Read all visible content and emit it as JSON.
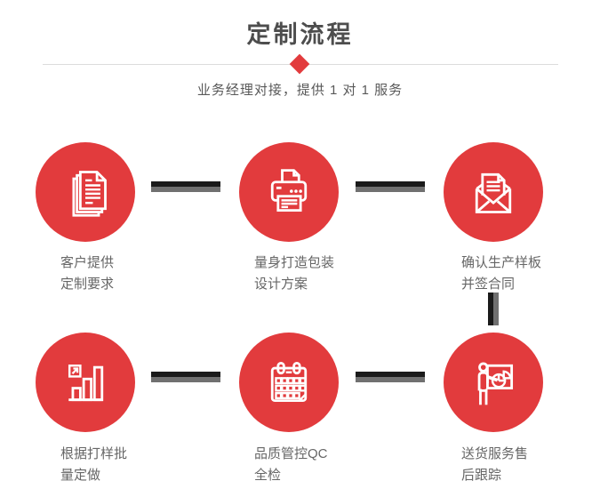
{
  "page": {
    "title": "定制流程",
    "subtitle": "业务经理对接，提供 1 对 1 服务"
  },
  "colors": {
    "accent_red": "#e23b3d",
    "title_gray": "#4d4d4d",
    "label_gray": "#666666",
    "subtitle_gray": "#595959",
    "connector_black": "#1a1a1a",
    "connector_gray": "#707070",
    "divider_gray": "#dcdcdc",
    "icon_white": "#ffffff"
  },
  "steps": [
    {
      "icon": "documents-icon",
      "label_line1": "客户提供",
      "label_line2": "定制要求"
    },
    {
      "icon": "printer-icon",
      "label_line1": "量身打造包装",
      "label_line2": "设计方案"
    },
    {
      "icon": "envelope-icon",
      "label_line1": "确认生产样板",
      "label_line2": "并签合同"
    },
    {
      "icon": "bar-chart-icon",
      "label_line1": "根据打样批",
      "label_line2": "量定做"
    },
    {
      "icon": "calendar-icon",
      "label_line1": "品质管控QC",
      "label_line2": "全检"
    },
    {
      "icon": "presenter-icon",
      "label_line1": "送货服务售",
      "label_line2": "后跟踪"
    }
  ]
}
